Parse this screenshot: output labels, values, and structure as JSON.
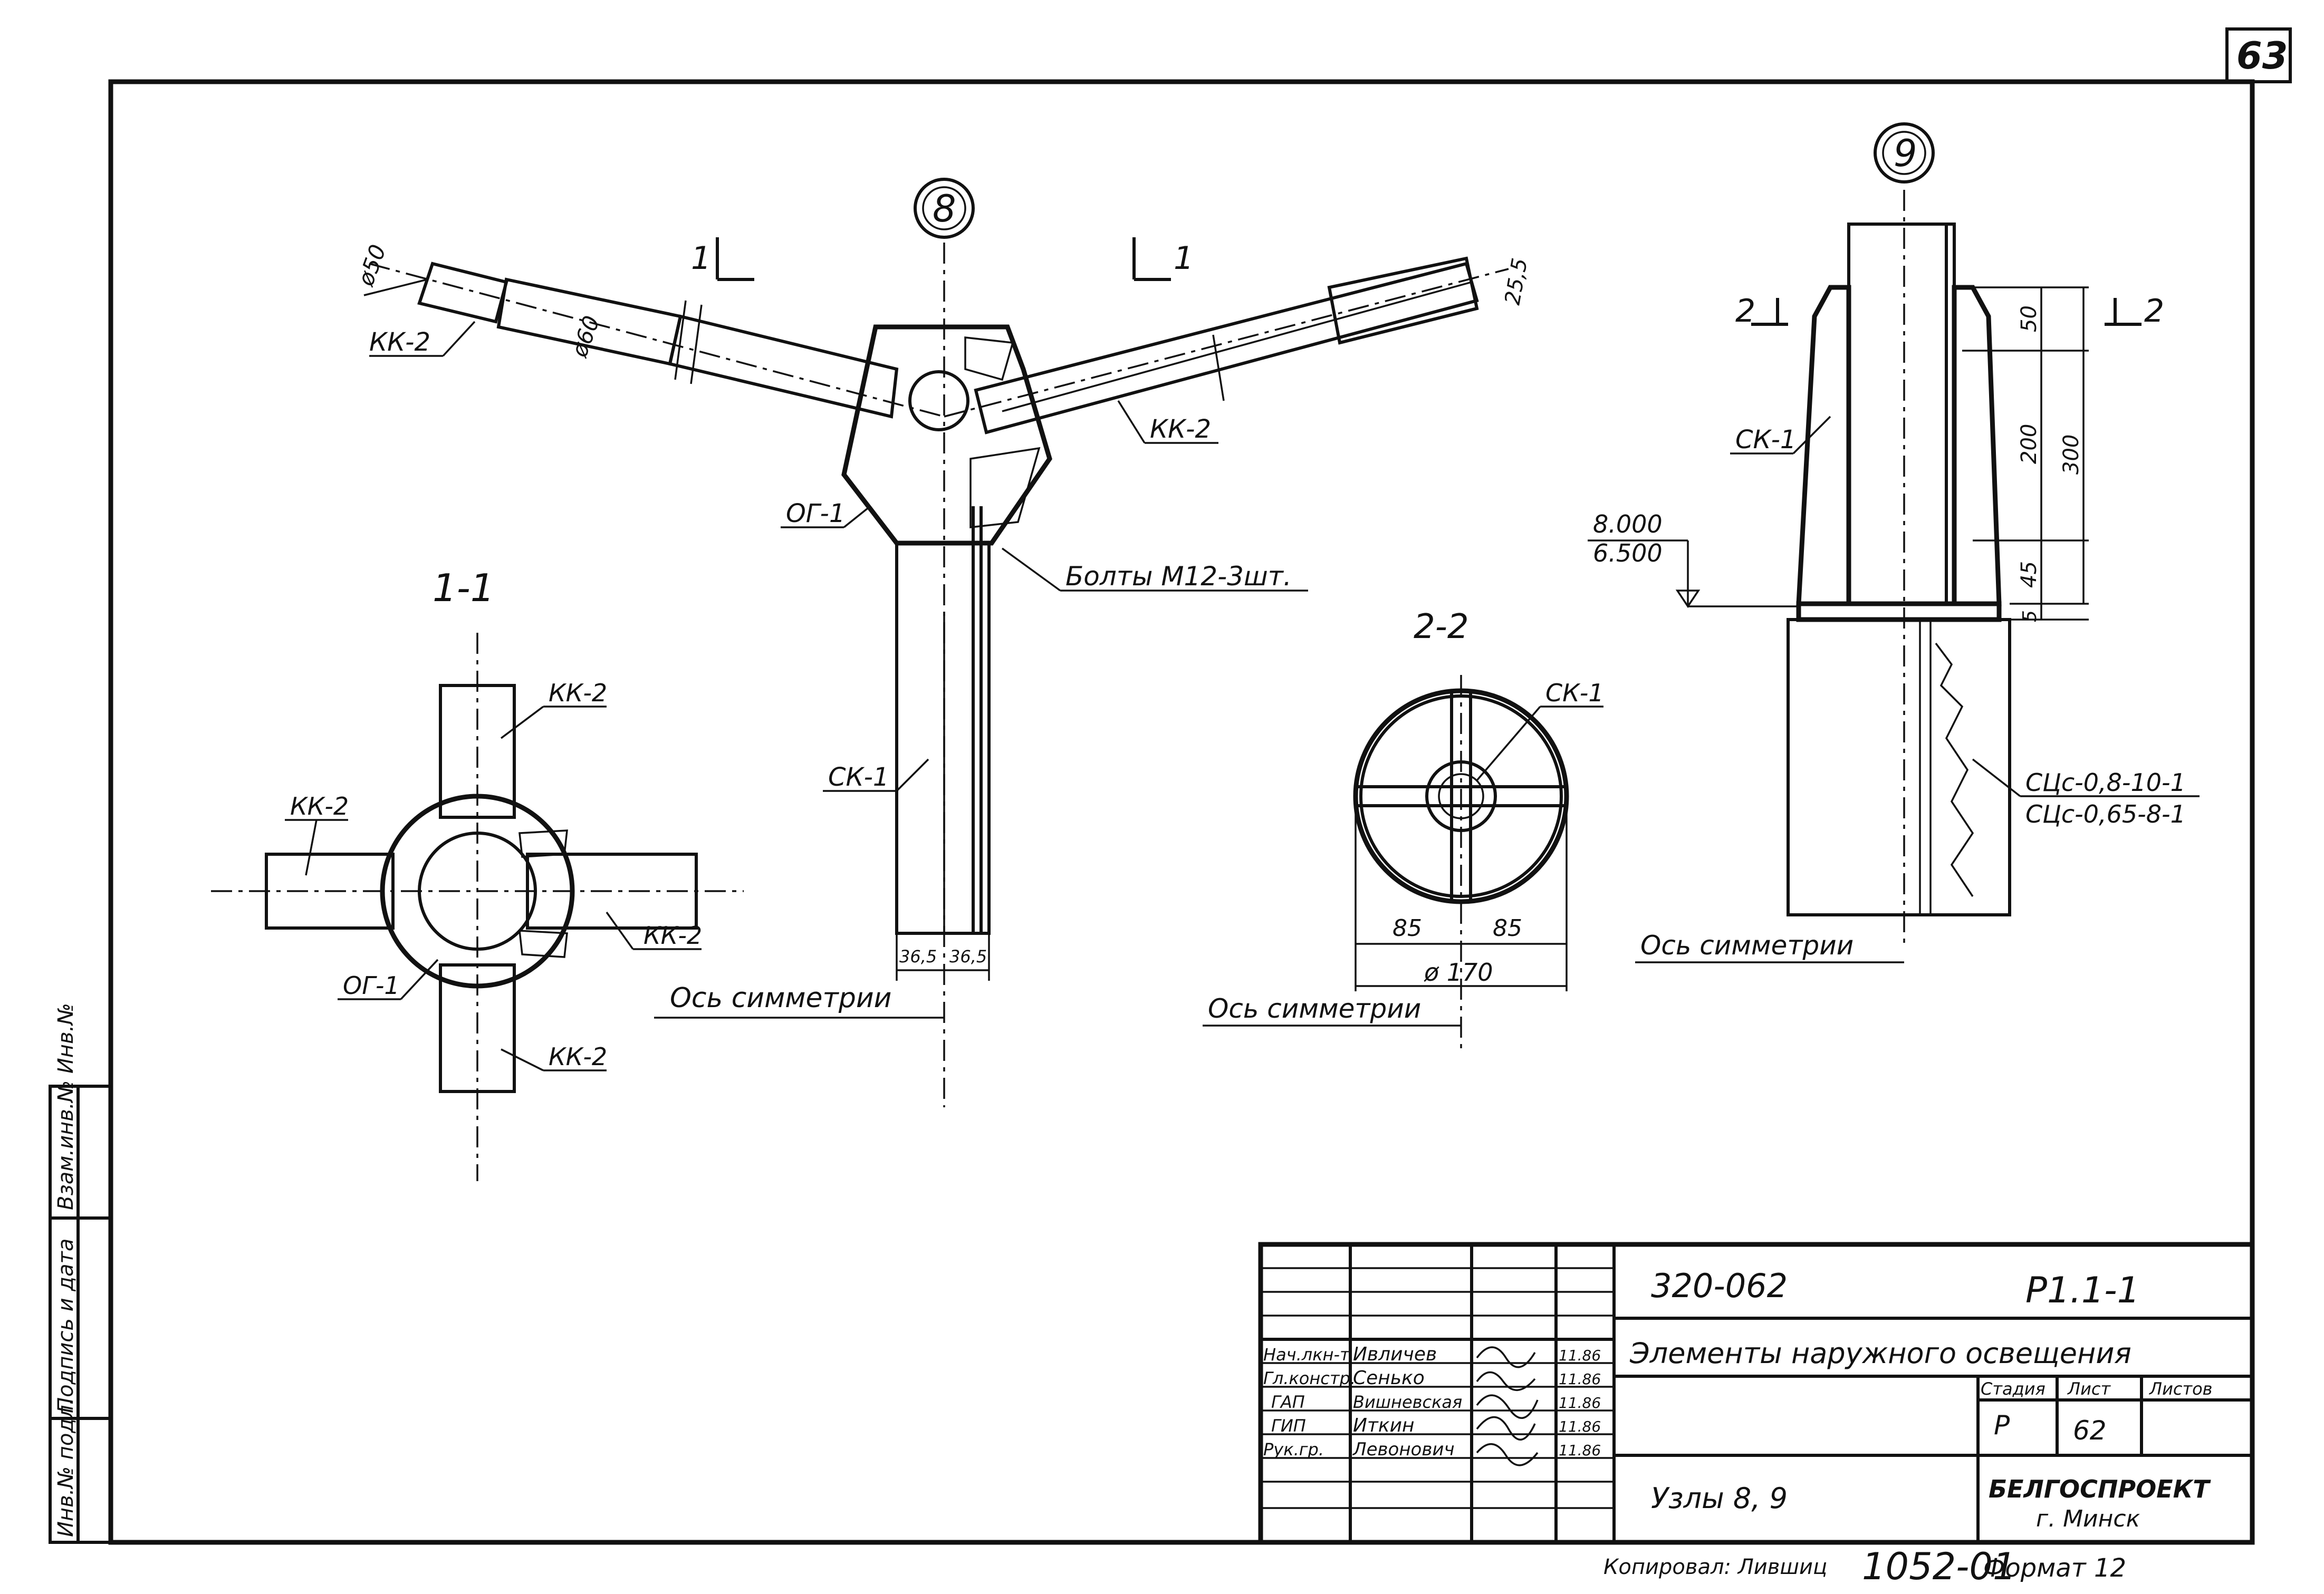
{
  "sheet": {
    "page_number": "63",
    "format_note": "Формат 12",
    "copied_by": "Копировал: Лившиц",
    "inventory_stamp": "1052-01"
  },
  "left_strip": {
    "inv_no_podl": "Инв.№ подл.",
    "podpis_data": "Подпись и дата",
    "vzam_inv": "Взам.инв.№ Инв.№"
  },
  "node8": {
    "marker": "8",
    "label_kk2_left": "КК-2",
    "label_kk2_right": "КК-2",
    "label_og1": "ОГ-1",
    "label_sk1": "СК-1",
    "bolts_label": "Болты М12-3шт.",
    "dim_d50": "ø50",
    "dim_d60": "ø60",
    "dim_right": "25,5",
    "section_mark_left": "1",
    "section_mark_right": "1",
    "dim_bottom_left": "36,5",
    "dim_bottom_right": "36,5",
    "axis_label": "Ось симметрии"
  },
  "section11": {
    "title": "1-1",
    "label_kk2_top": "КК-2",
    "label_kk2_left": "КК-2",
    "label_kk2_right": "КК-2",
    "label_kk2_bottom": "КК-2",
    "label_og1": "ОГ-1"
  },
  "section22": {
    "title": "2-2",
    "label_sk1": "СК-1",
    "dim_left": "85",
    "dim_right": "85",
    "dim_total": "ø 170",
    "axis_label": "Ось симметрии"
  },
  "node9": {
    "marker": "9",
    "label_sk1": "СК-1",
    "level_top": "8.000",
    "level_bottom": "6.500",
    "dim_50": "50",
    "dim_200": "200",
    "dim_300": "300",
    "dim_45": "45",
    "dim_5": "5",
    "section_mark_left": "2",
    "section_mark_right": "2",
    "label_stand_1": "СЦс-0,8-10-1",
    "label_stand_2": "СЦс-0,65-8-1",
    "axis_label": "Ось симметрии"
  },
  "title_block": {
    "doc_code": "320-062",
    "sheet_code": "Р1.1-1",
    "project_title": "Элементы наружного освещения",
    "drawing_title": "Узлы 8, 9",
    "stage_header": "Стадия",
    "sheet_header": "Лист",
    "sheets_header": "Листов",
    "stage_value": "Р",
    "sheet_value": "62",
    "org_name": "БЕЛГОСПРОЕКТ",
    "org_city": "г. Минск",
    "roles": [
      {
        "role": "Нач.лкн-т",
        "name": "Ивличев",
        "date": "11.86"
      },
      {
        "role": "Гл.констр.",
        "name": "Сенько",
        "date": "11.86"
      },
      {
        "role": "ГАП",
        "name": "Вишневская",
        "date": "11.86"
      },
      {
        "role": "ГИП",
        "name": "Иткин",
        "date": "11.86"
      },
      {
        "role": "Рук.гр.",
        "name": "Левонович",
        "date": "11.86"
      }
    ]
  }
}
